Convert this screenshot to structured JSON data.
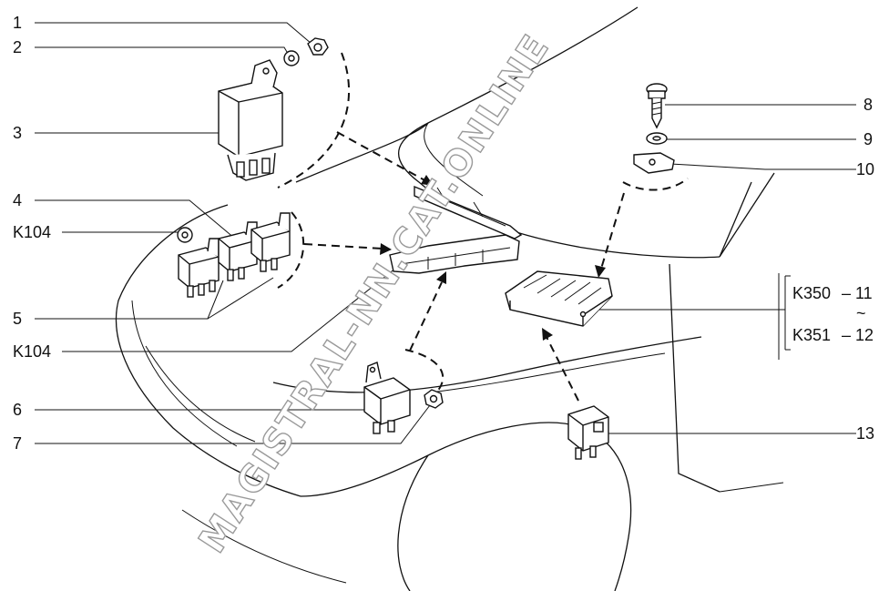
{
  "callouts": {
    "c1": "1",
    "c2": "2",
    "c3": "3",
    "c4": "4",
    "k104a": "K104",
    "c5": "5",
    "k104b": "K104",
    "c6": "6",
    "c7": "7",
    "c8": "8",
    "c9": "9",
    "c10": "10",
    "k350": "K350",
    "c11": "– 11",
    "tilde": "~",
    "k351": "K351",
    "c12": "– 12",
    "c13": "13"
  },
  "watermark": "MAGISTRAL-NN.CAT.ONLINE"
}
